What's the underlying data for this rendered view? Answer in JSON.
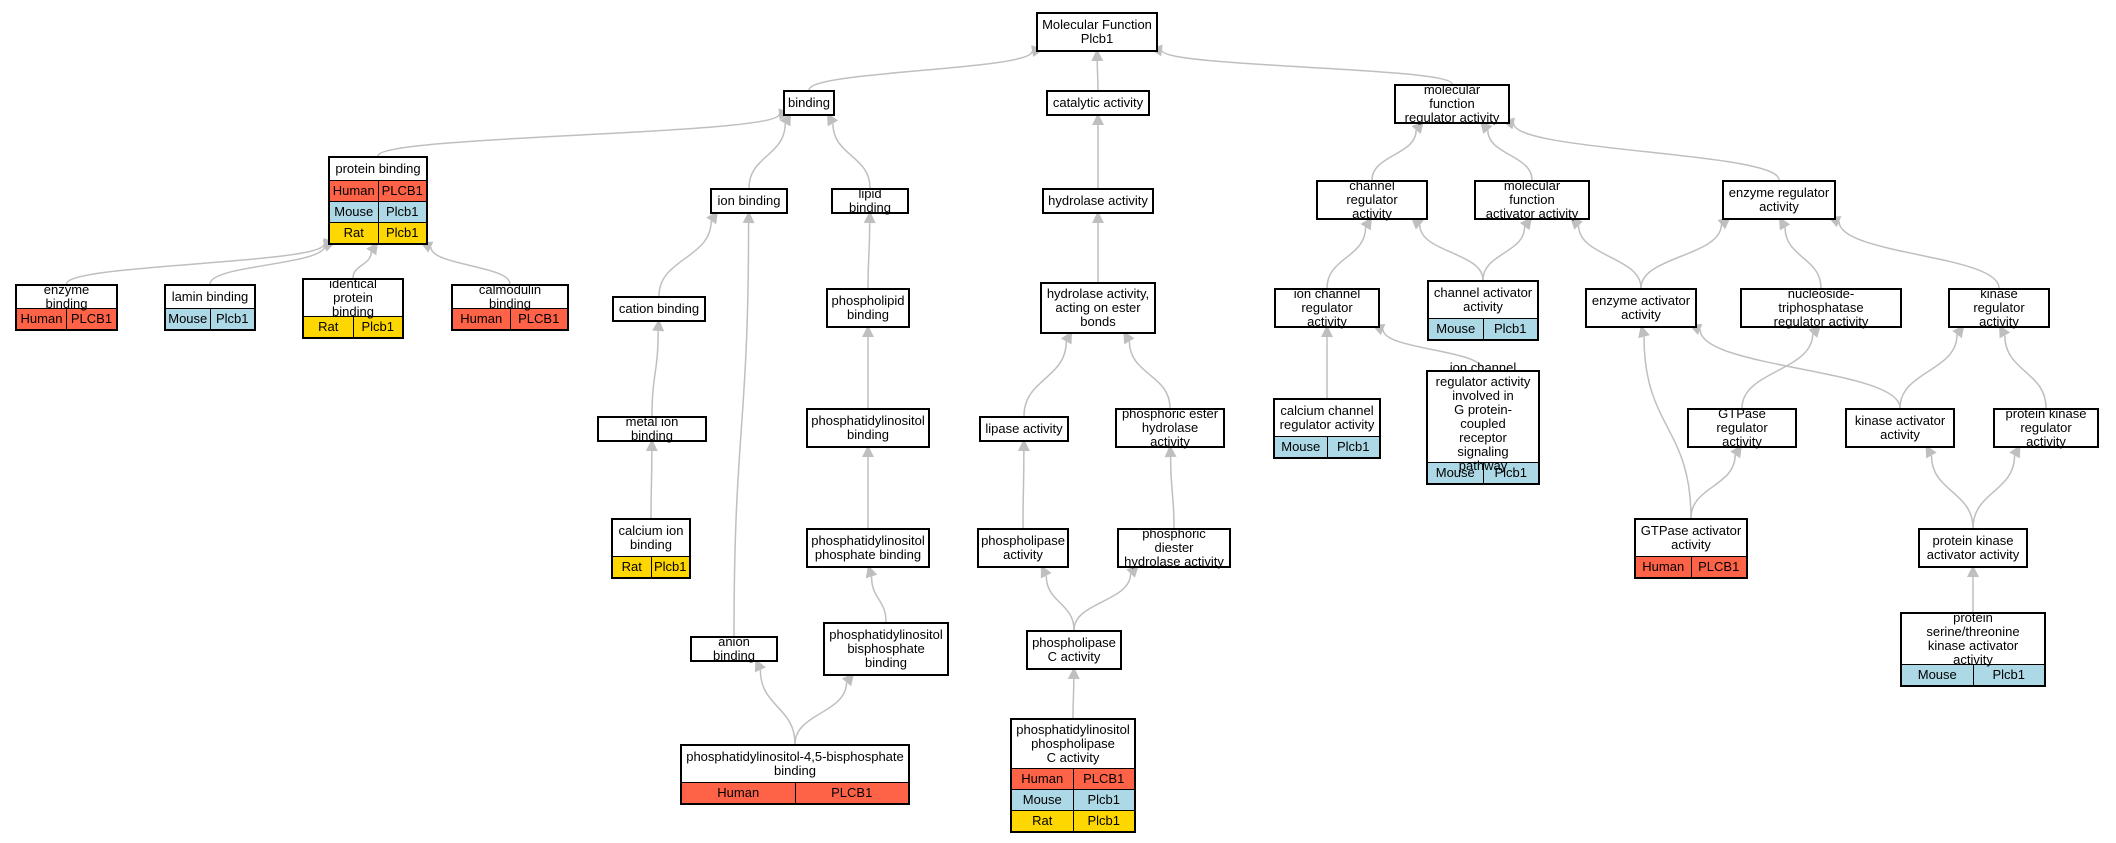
{
  "nodes": {
    "molecular_function": "Molecular Function\nPlcb1",
    "binding": "binding",
    "catalytic_activity": "catalytic activity",
    "mf_regulator": "molecular function\nregulator activity",
    "protein_binding": "protein binding",
    "ion_binding": "ion binding",
    "lipid_binding": "lipid binding",
    "hydrolase_activity": "hydrolase activity",
    "channel_regulator": "channel regulator\nactivity",
    "mf_activator": "molecular function\nactivator activity",
    "enzyme_regulator": "enzyme regulator\nactivity",
    "enzyme_binding": "enzyme binding",
    "lamin_binding": "lamin binding",
    "identical_protein_binding": "identical protein\nbinding",
    "calmodulin_binding": "calmodulin binding",
    "cation_binding": "cation binding",
    "phospholipid_binding": "phospholipid\nbinding",
    "hydrolase_ester": "hydrolase activity,\nacting on ester\nbonds",
    "ion_channel_regulator": "ion channel\nregulator activity",
    "channel_activator": "channel activator\nactivity",
    "enzyme_activator": "enzyme activator\nactivity",
    "ntpase_regulator": "nucleoside-triphosphatase\nregulator activity",
    "kinase_regulator": "kinase regulator\nactivity",
    "metal_ion_binding": "metal ion binding",
    "pi_binding": "phosphatidylinositol\nbinding",
    "lipase_activity": "lipase activity",
    "phosphoric_ester_hydrolase": "phosphoric ester\nhydrolase activity",
    "calcium_channel_regulator": "calcium channel\nregulator activity",
    "icr_gpcr": "ion channel\nregulator activity\ninvolved in\nG protein-coupled\nreceptor signaling\npathway",
    "gtpase_regulator": "GTPase regulator\nactivity",
    "kinase_activator": "kinase activator\nactivity",
    "protein_kinase_regulator": "protein kinase\nregulator activity",
    "calcium_ion_binding": "calcium ion\nbinding",
    "pip_binding": "phosphatidylinositol\nphosphate binding",
    "phospholipase_activity": "phospholipase\nactivity",
    "phosphoric_diester_hydrolase": "phosphoric diester\nhydrolase activity",
    "gtpase_activator": "GTPase activator\nactivity",
    "protein_kinase_activator": "protein kinase\nactivator activity",
    "anion_binding": "anion binding",
    "pip2_binding": "phosphatidylinositol\nbisphosphate\nbinding",
    "plc_activity": "phospholipase\nC activity",
    "pst_kinase_activator": "protein serine/threonine\nkinase activator\nactivity",
    "pip45_binding": "phosphatidylinositol-4,5-bisphosphate\nbinding",
    "pi_plc_activity": "phosphatidylinositol\nphospholipase\nC activity"
  },
  "annotations": {
    "protein_binding": [
      [
        "Human",
        "PLCB1"
      ],
      [
        "Mouse",
        "Plcb1"
      ],
      [
        "Rat",
        "Plcb1"
      ]
    ],
    "enzyme_binding": [
      [
        "Human",
        "PLCB1"
      ]
    ],
    "lamin_binding": [
      [
        "Mouse",
        "Plcb1"
      ]
    ],
    "identical_protein_binding": [
      [
        "Rat",
        "Plcb1"
      ]
    ],
    "calmodulin_binding": [
      [
        "Human",
        "PLCB1"
      ]
    ],
    "calcium_ion_binding": [
      [
        "Rat",
        "Plcb1"
      ]
    ],
    "calcium_channel_regulator": [
      [
        "Mouse",
        "Plcb1"
      ]
    ],
    "channel_activator": [
      [
        "Mouse",
        "Plcb1"
      ]
    ],
    "icr_gpcr": [
      [
        "Mouse",
        "Plcb1"
      ]
    ],
    "gtpase_activator": [
      [
        "Human",
        "PLCB1"
      ]
    ],
    "pst_kinase_activator": [
      [
        "Mouse",
        "Plcb1"
      ]
    ],
    "pip45_binding": [
      [
        "Human",
        "PLCB1"
      ]
    ],
    "pi_plc_activity": [
      [
        "Human",
        "PLCB1"
      ],
      [
        "Mouse",
        "Plcb1"
      ],
      [
        "Rat",
        "Plcb1"
      ]
    ]
  },
  "species_colors": {
    "Human": "#ff6347",
    "Mouse": "#add8e6",
    "Rat": "#ffd700"
  },
  "edge_color": "#bfbfbf",
  "edges": [
    [
      "binding",
      "molecular_function"
    ],
    [
      "catalytic_activity",
      "molecular_function"
    ],
    [
      "mf_regulator",
      "molecular_function"
    ],
    [
      "protein_binding",
      "binding"
    ],
    [
      "ion_binding",
      "binding"
    ],
    [
      "lipid_binding",
      "binding"
    ],
    [
      "hydrolase_activity",
      "catalytic_activity"
    ],
    [
      "channel_regulator",
      "mf_regulator"
    ],
    [
      "mf_activator",
      "mf_regulator"
    ],
    [
      "enzyme_regulator",
      "mf_regulator"
    ],
    [
      "enzyme_binding",
      "protein_binding"
    ],
    [
      "lamin_binding",
      "protein_binding"
    ],
    [
      "identical_protein_binding",
      "protein_binding"
    ],
    [
      "calmodulin_binding",
      "protein_binding"
    ],
    [
      "cation_binding",
      "ion_binding"
    ],
    [
      "anion_binding",
      "ion_binding"
    ],
    [
      "phospholipid_binding",
      "lipid_binding"
    ],
    [
      "hydrolase_ester",
      "hydrolase_activity"
    ],
    [
      "ion_channel_regulator",
      "channel_regulator"
    ],
    [
      "channel_activator",
      "channel_regulator"
    ],
    [
      "channel_activator",
      "mf_activator"
    ],
    [
      "enzyme_activator",
      "mf_activator"
    ],
    [
      "enzyme_activator",
      "enzyme_regulator"
    ],
    [
      "ntpase_regulator",
      "enzyme_regulator"
    ],
    [
      "kinase_regulator",
      "enzyme_regulator"
    ],
    [
      "metal_ion_binding",
      "cation_binding"
    ],
    [
      "pi_binding",
      "phospholipid_binding"
    ],
    [
      "lipase_activity",
      "hydrolase_ester"
    ],
    [
      "phosphoric_ester_hydrolase",
      "hydrolase_ester"
    ],
    [
      "calcium_channel_regulator",
      "ion_channel_regulator"
    ],
    [
      "icr_gpcr",
      "ion_channel_regulator"
    ],
    [
      "gtpase_regulator",
      "ntpase_regulator"
    ],
    [
      "kinase_activator",
      "enzyme_activator"
    ],
    [
      "kinase_activator",
      "kinase_regulator"
    ],
    [
      "protein_kinase_regulator",
      "kinase_regulator"
    ],
    [
      "calcium_ion_binding",
      "metal_ion_binding"
    ],
    [
      "pip_binding",
      "pi_binding"
    ],
    [
      "phospholipase_activity",
      "lipase_activity"
    ],
    [
      "phosphoric_diester_hydrolase",
      "phosphoric_ester_hydrolase"
    ],
    [
      "gtpase_activator",
      "gtpase_regulator"
    ],
    [
      "gtpase_activator",
      "enzyme_activator"
    ],
    [
      "protein_kinase_activator",
      "kinase_activator"
    ],
    [
      "protein_kinase_activator",
      "protein_kinase_regulator"
    ],
    [
      "pip2_binding",
      "pip_binding"
    ],
    [
      "plc_activity",
      "phospholipase_activity"
    ],
    [
      "plc_activity",
      "phosphoric_diester_hydrolase"
    ],
    [
      "pst_kinase_activator",
      "protein_kinase_activator"
    ],
    [
      "pip45_binding",
      "anion_binding"
    ],
    [
      "pip45_binding",
      "pip2_binding"
    ],
    [
      "pi_plc_activity",
      "plc_activity"
    ]
  ]
}
